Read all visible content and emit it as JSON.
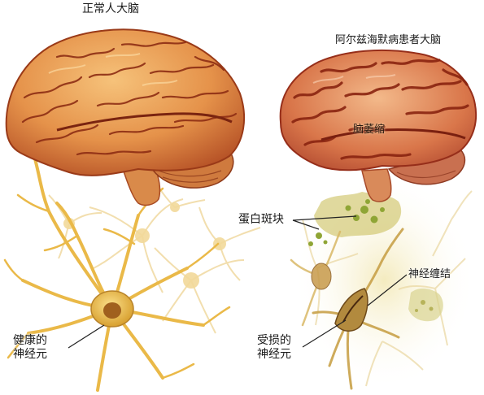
{
  "titles": {
    "normal": "正常人大脑",
    "alzheimer": "阿尔兹海默病患者大脑"
  },
  "labels": {
    "atrophy": "脑萎缩",
    "plaque": "蛋白斑块",
    "tangle": "神经缠结",
    "healthy_line1": "健康的",
    "healthy_line2": "神经元",
    "damaged_line1": "受损的",
    "damaged_line2": "神经元"
  },
  "colors": {
    "brain_light": "#f4b36a",
    "brain_dark": "#c2582a",
    "sulci": "#8e2e14",
    "neuron": "#f0c64a",
    "neuron_dark": "#9a6a1c",
    "plaque": "#8fa535"
  }
}
